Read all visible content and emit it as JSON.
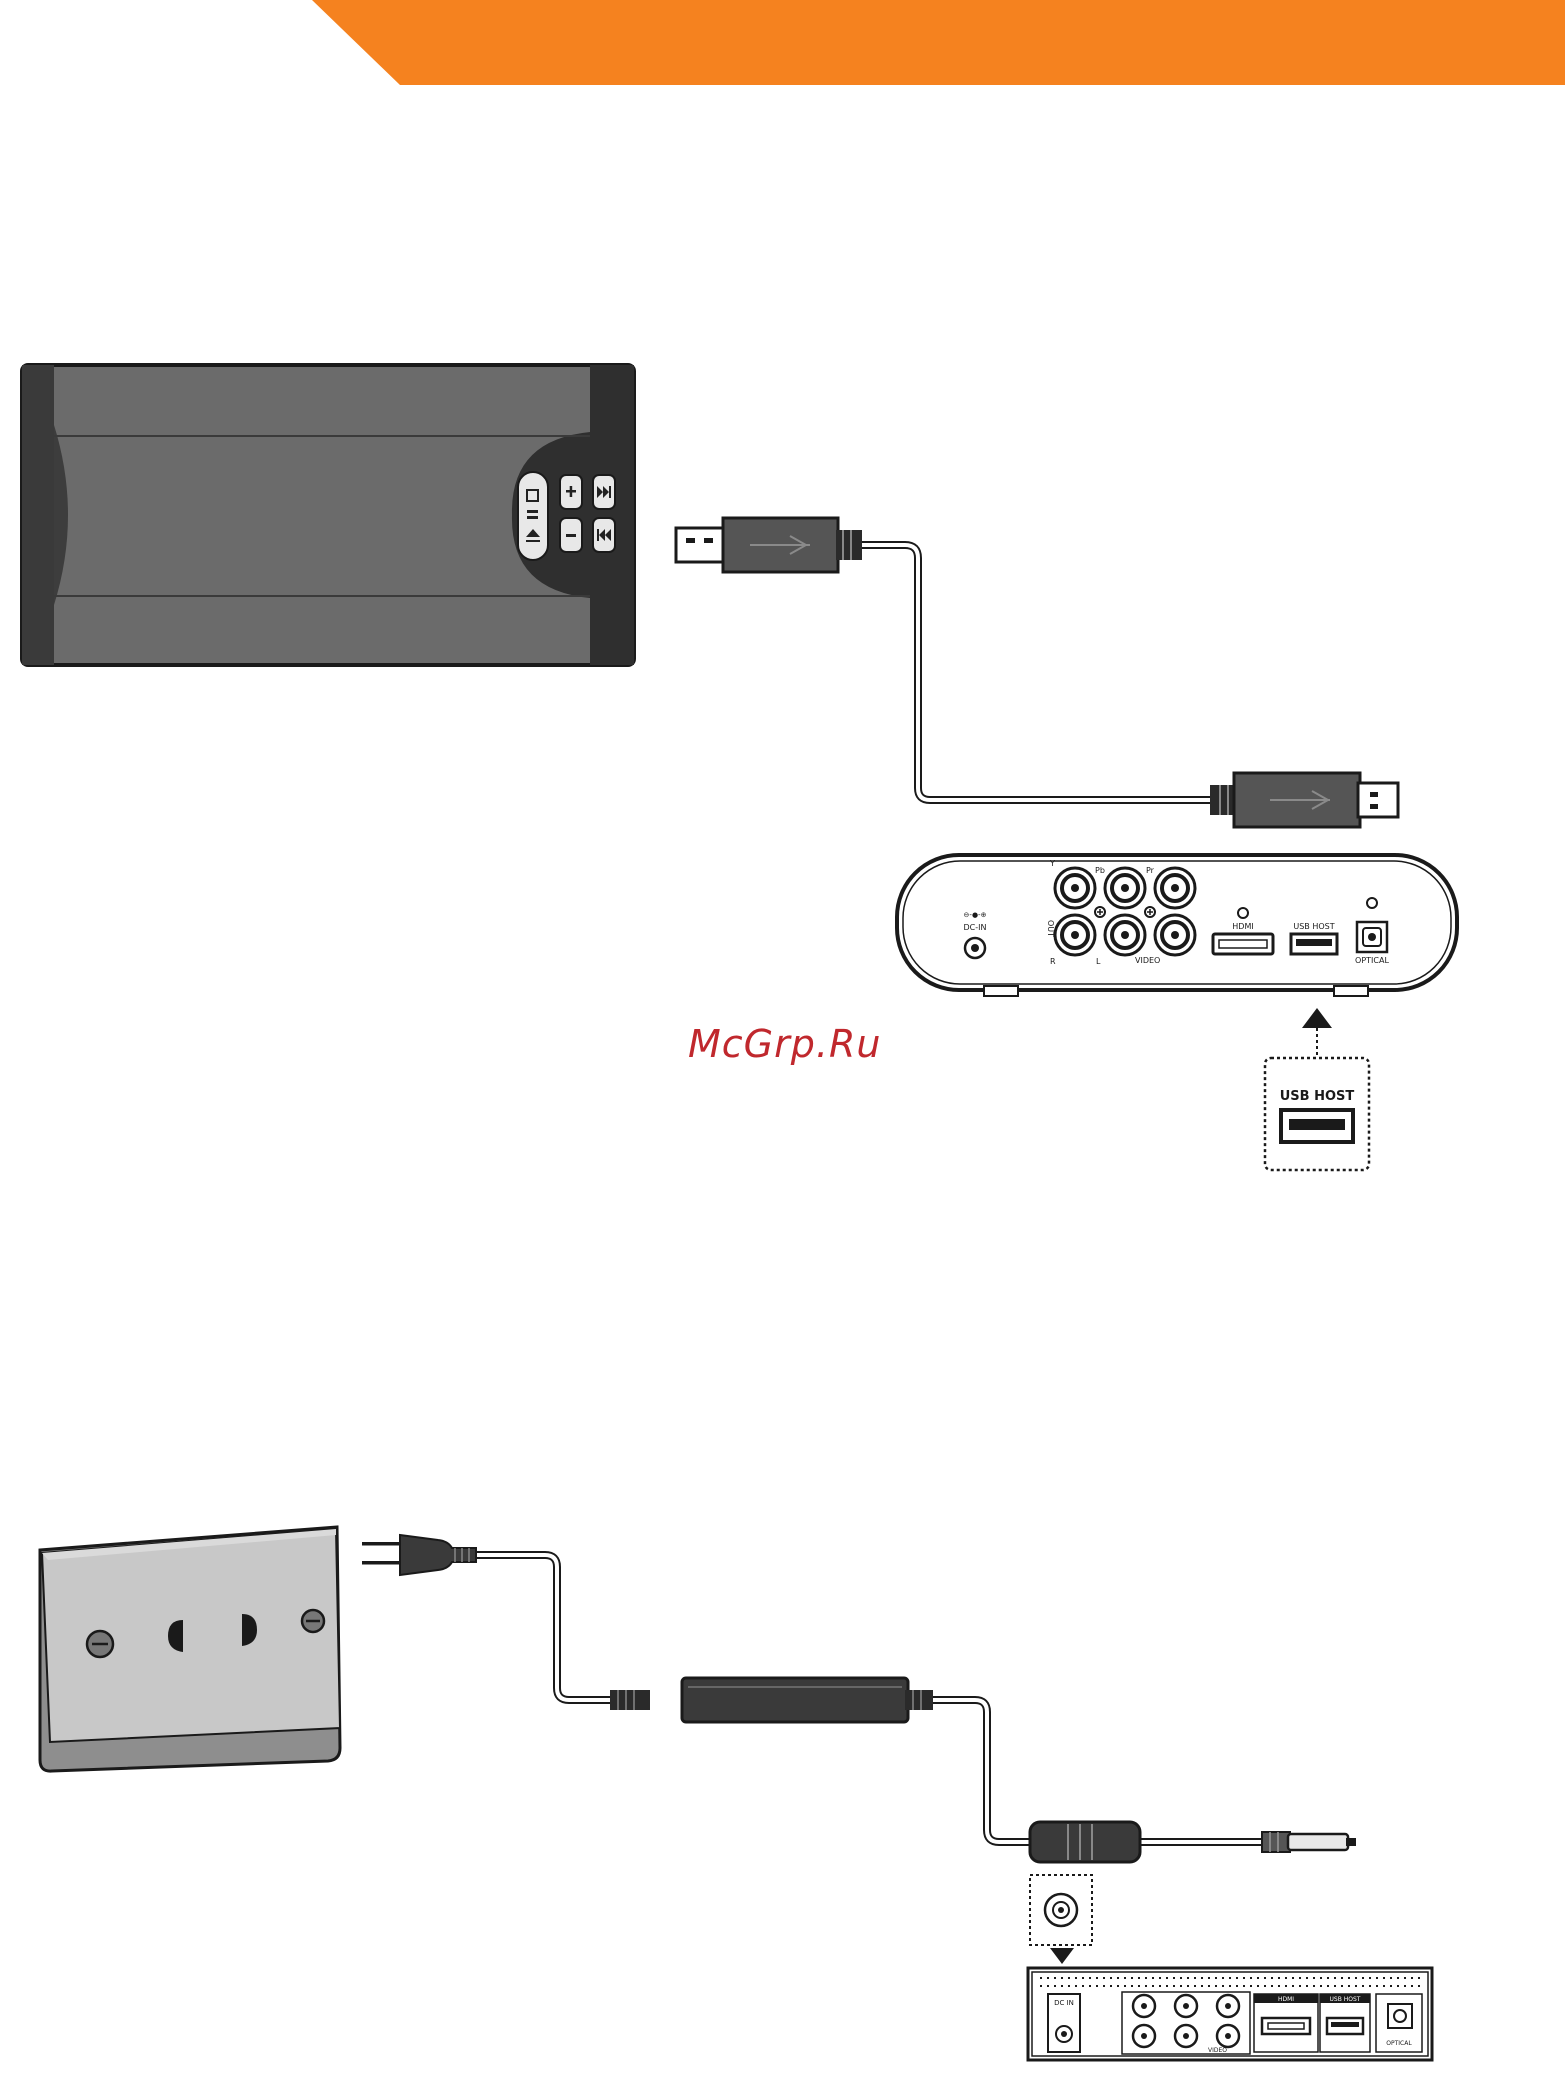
{
  "colors": {
    "header_band": "#f5821f",
    "drive_body": "#6b6b6b",
    "drive_dark": "#2f2f2f",
    "outline": "#1a1a1a",
    "watermark": "#c0282d"
  },
  "player_rear_panel": {
    "dc_in_label": "DC-IN",
    "out_label": "OUT",
    "y_label": "Y",
    "pb_label": "Pb",
    "pr_label": "Pr",
    "r_label": "R",
    "l_label": "L",
    "video_label": "VIDEO",
    "hdmi_label": "HDMI",
    "usb_host_label": "USB HOST",
    "optical_label": "OPTICAL"
  },
  "usb_zoom_label": "USB HOST",
  "player_small": {
    "dc_in_label": "DC IN",
    "hdmi_label": "HDMI",
    "usb_host_label": "USB HOST",
    "optical_label": "OPTICAL",
    "video_label": "VIDEO"
  },
  "watermark": "McGrp.Ru",
  "icons": {
    "drive_controls": [
      "stop-icon",
      "pause-icon",
      "eject-icon",
      "plus-icon",
      "minus-icon",
      "next-track-icon",
      "previous-track-icon"
    ],
    "arrows": [
      "arrow-up-icon",
      "arrow-down-icon"
    ]
  }
}
